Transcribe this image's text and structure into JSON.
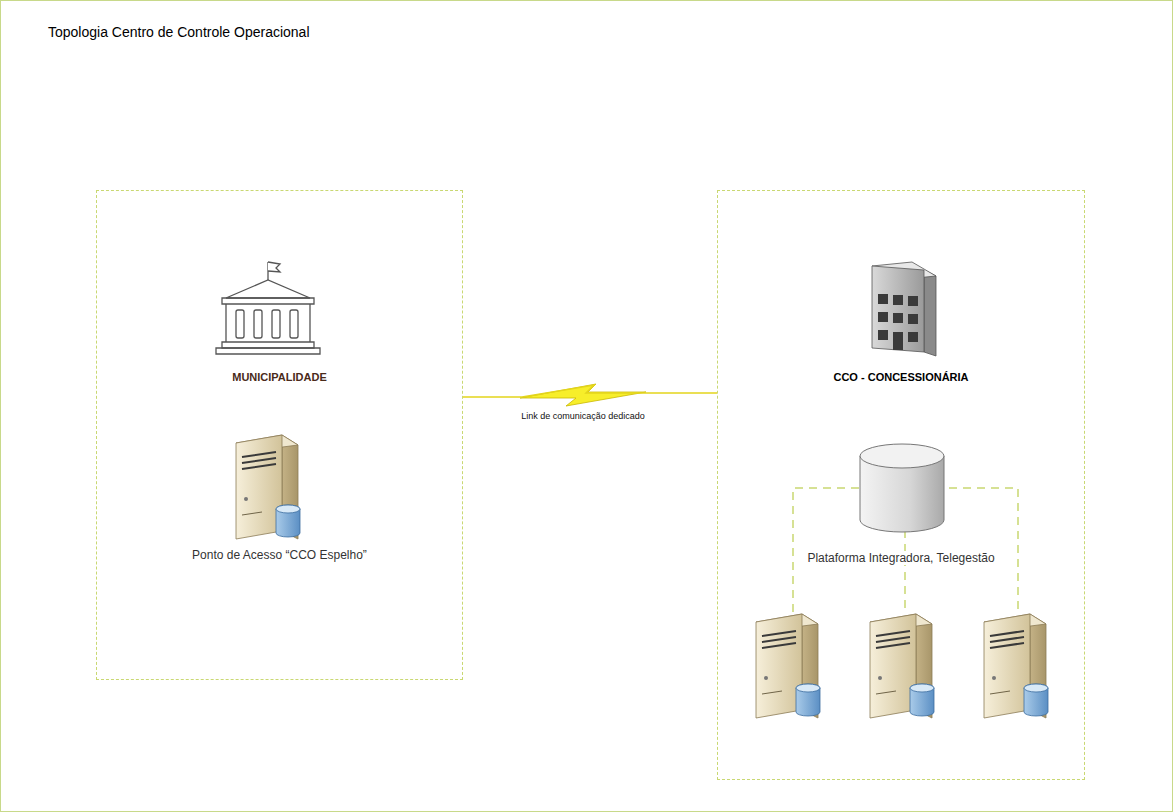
{
  "diagram": {
    "title": "Topologia Centro de Controle Operacional",
    "nodes": [
      {
        "text": [
          "MUNICIPALIDADE",
          "Ponto de Acesso “CCO Espelho”"
        ]
      },
      {
        "text": [
          "CCO - CONCESSIONÁRIA",
          "Plataforma Integradora, Telegestão"
        ]
      }
    ],
    "edges": [
      {
        "from": 0,
        "to": 1,
        "arrow": "none",
        "label": "Link de comunicação dedicado"
      }
    ]
  }
}
